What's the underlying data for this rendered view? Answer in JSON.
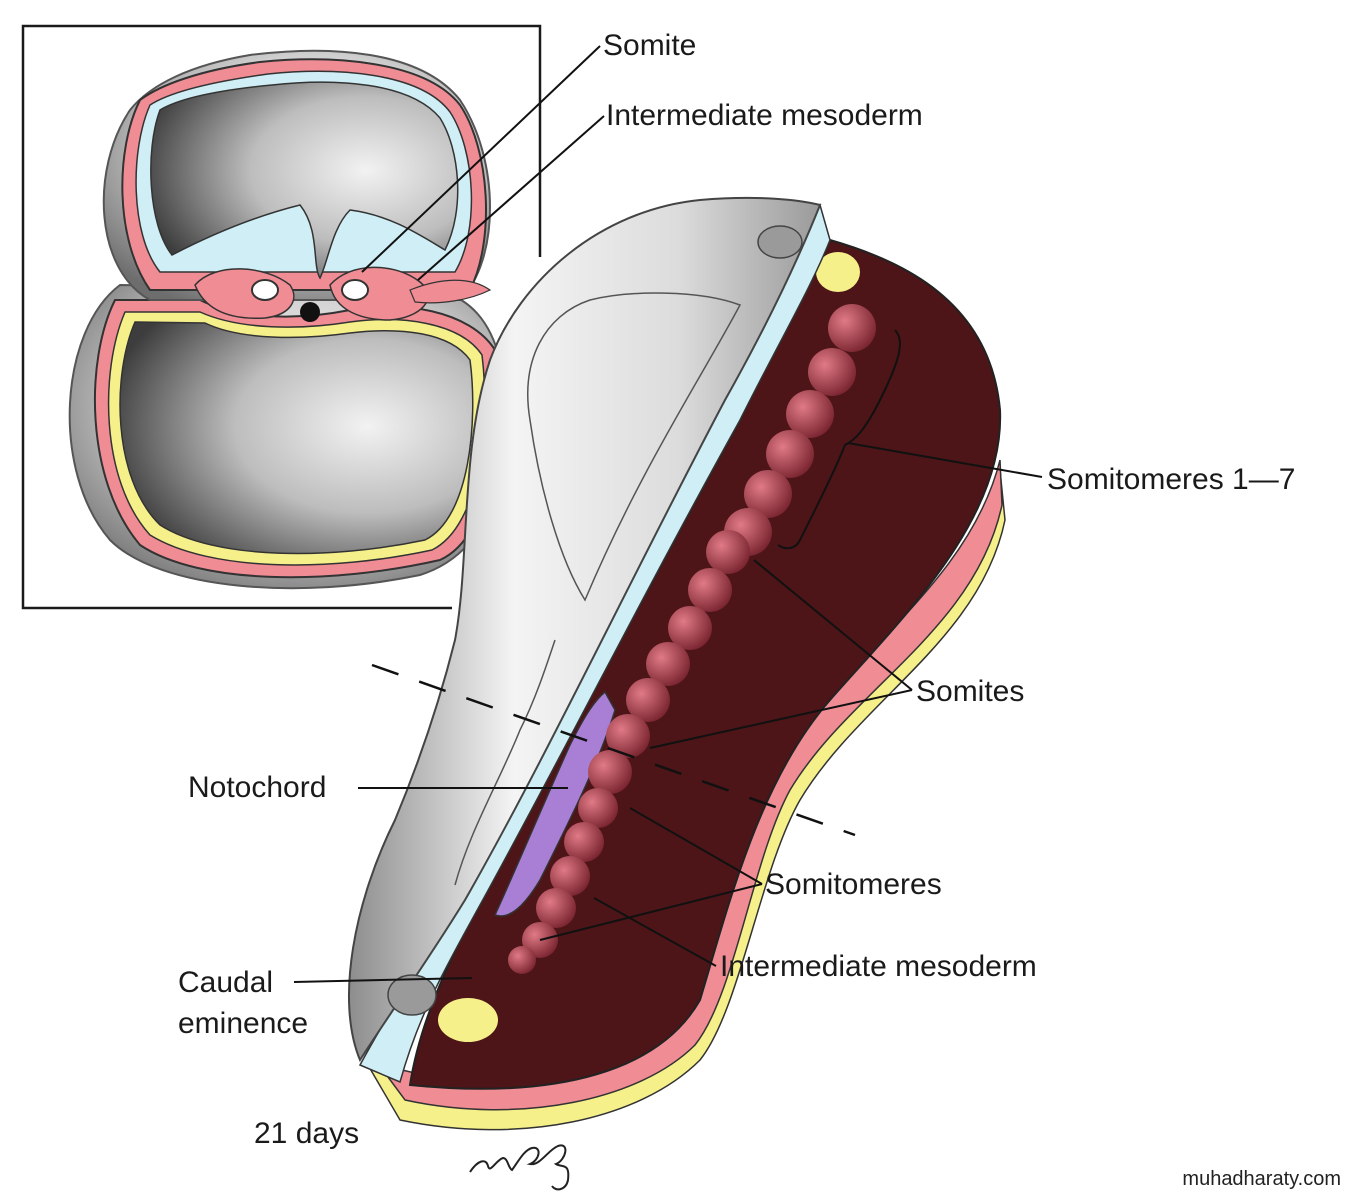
{
  "labels": {
    "somite": "Somite",
    "intermediate_mesoderm_top": "Intermediate mesoderm",
    "somitomeres_1_7": "Somitomeres 1—7",
    "somites": "Somites",
    "notochord": "Notochord",
    "somitomeres": "Somitomeres",
    "caudal": "Caudal",
    "eminence": "eminence",
    "intermediate_mesoderm_bottom": "Intermediate mesoderm",
    "age": "21 days"
  },
  "signature": "mcg",
  "watermark": "muhadharaty.com",
  "colors": {
    "ectoderm": "#cfeef5",
    "mesoderm": "#f08c94",
    "endoderm": "#f6f08a",
    "mesoderm_dark": "#4d1518",
    "somite": "#b74a57",
    "notochord": "#a97fd6",
    "neural": "#d8d8d8"
  }
}
